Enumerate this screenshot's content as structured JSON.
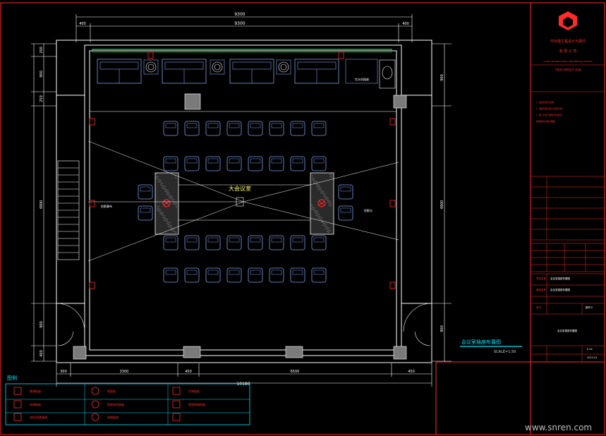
{
  "drawing": {
    "title": "会议室插座布置图",
    "scale": "SCALE=1:50",
    "center_label": "大会议室",
    "note_left": "投影幕布",
    "note_right": "投影仪",
    "note_top_right": "饮水机插座",
    "watermark": "www.snren.com",
    "dimensions": {
      "top_total": "9300",
      "top_inner": "9300",
      "top_left": "400",
      "top_right": "400",
      "bottom_total": "10180",
      "bottom_segments": [
        "300",
        "3300",
        "450",
        "6500",
        "450"
      ],
      "left_segments": [
        "200",
        "900",
        "250",
        "4800",
        "900",
        "400"
      ],
      "right_segments": [
        "900",
        "4800",
        "900"
      ]
    }
  },
  "legend": {
    "title": "图例",
    "items": [
      {
        "text": "普通插座"
      },
      {
        "text": "电源插座"
      },
      {
        "text": "电话/网络插座"
      },
      {
        "text": "地插座"
      },
      {
        "text": "地面电话插座"
      },
      {
        "text": "网络插座"
      },
      {
        "text": "空调插座"
      },
      {
        "text": "地面网络插座"
      },
      {
        "text": ""
      }
    ]
  },
  "title_block": {
    "company": "中外建工程设计与顾问",
    "subtitle": "有 限 公 司",
    "company_en": "CHINA INTERNATIONAL ENGINEERING DESIGN",
    "license": "工程设计资质证书 (甲级)",
    "notes": [
      "1. 插座高度见说明",
      "2. 插座具体位置以现场为准",
      "3. 施工时应与相关专业配合",
      "   插座做法见相关图集"
    ],
    "labels": [
      "项目名称",
      "图纸名称"
    ],
    "project": "会议室插座布置图",
    "drawing_name": "会议室插座布置图",
    "drawing_no": "E-01",
    "date": "2012.01",
    "sheet": "图号 E",
    "field": "电气"
  },
  "colors": {
    "background": "#000000",
    "wall": "#ffffff",
    "furniture": "#7d9fe8",
    "red": "#ff2a2a",
    "cyan": "#00e5ff",
    "yellow": "#ffff66",
    "green": "#22dd55",
    "gray": "#7a7a7a"
  }
}
